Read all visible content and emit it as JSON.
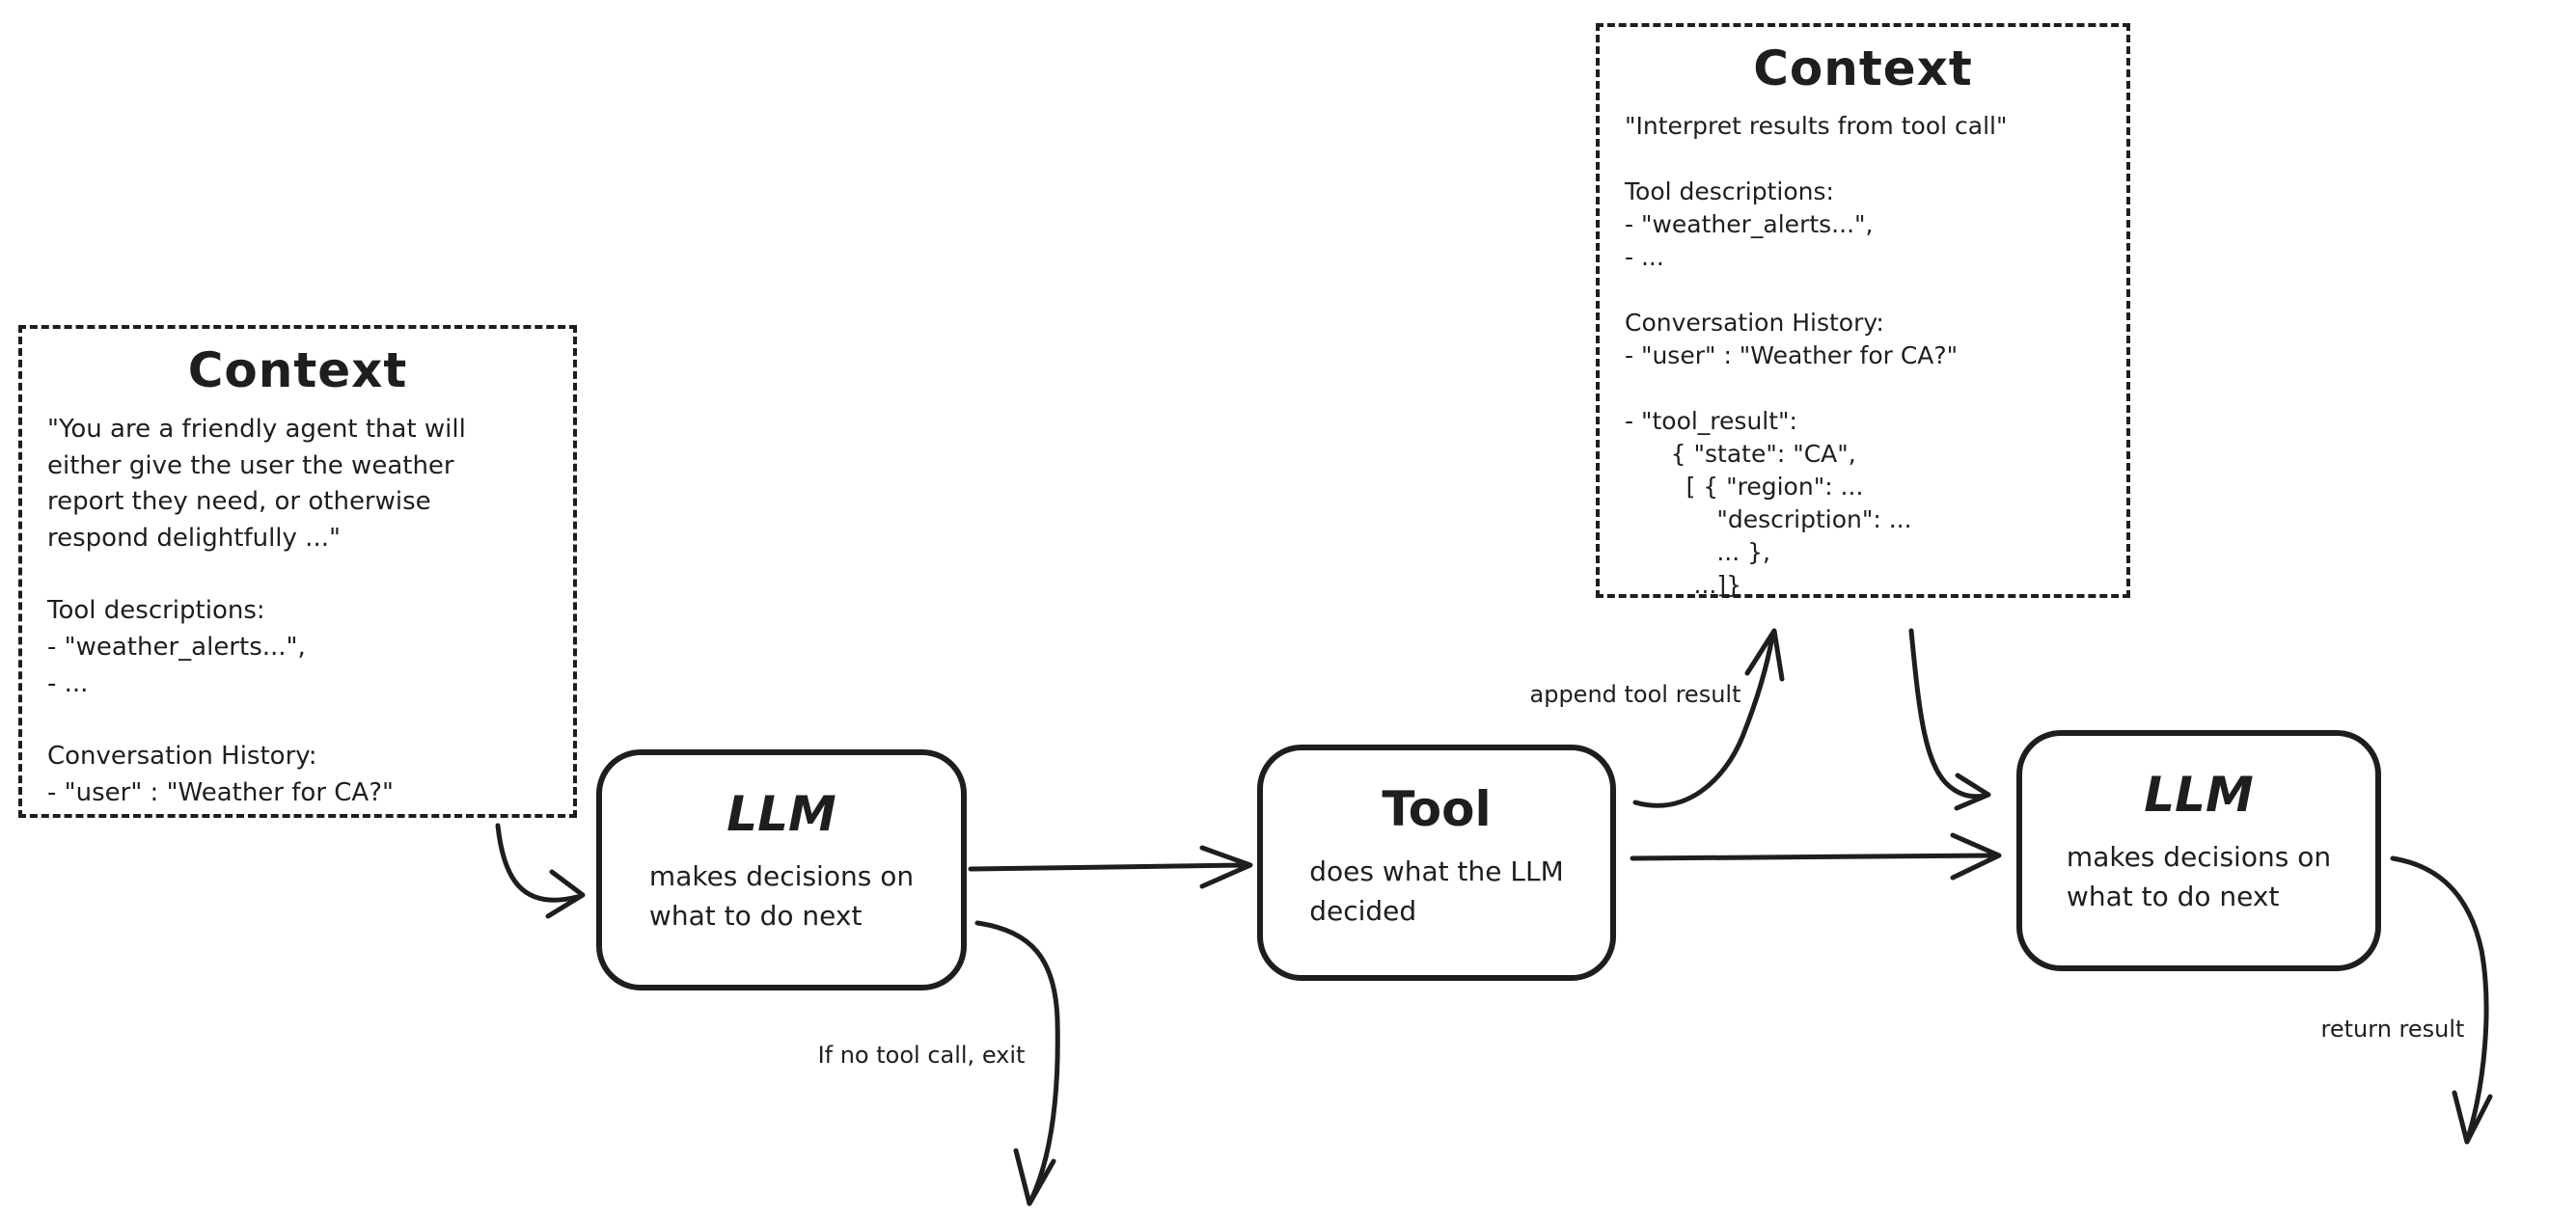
{
  "colors": {
    "ink": "#1e1e1e",
    "background": "#ffffff"
  },
  "context_left": {
    "title": "Context",
    "lines": [
      "\"You are a friendly agent that will",
      "either give the user the weather",
      "report they need, or otherwise",
      "respond delightfully ...\"",
      "",
      "Tool descriptions:",
      "- \"weather_alerts...\",",
      "- ...",
      "",
      "Conversation History:",
      "- \"user\" : \"Weather for CA?\""
    ]
  },
  "context_right": {
    "title": "Context",
    "lines": [
      "\"Interpret results from tool call\"",
      "",
      "Tool descriptions:",
      "- \"weather_alerts...\",",
      "- ...",
      "",
      "Conversation History:",
      "- \"user\" : \"Weather for CA?\"",
      "",
      "- \"tool_result\":",
      "      { \"state\": \"CA\",",
      "        [ { \"region\": ...",
      "            \"description\": ...",
      "            ... },",
      "         ...]}"
    ]
  },
  "nodes": {
    "llm_first": {
      "title": "LLM",
      "subtitle": "makes decisions on\nwhat to do next"
    },
    "tool": {
      "title": "Tool",
      "subtitle": "does what the LLM\ndecided"
    },
    "llm_second": {
      "title": "LLM",
      "subtitle": "makes decisions on\nwhat to do next"
    }
  },
  "edge_labels": {
    "append_tool_result": "append tool result",
    "if_no_tool_call_exit": "If no tool call, exit",
    "return_result": "return result"
  }
}
